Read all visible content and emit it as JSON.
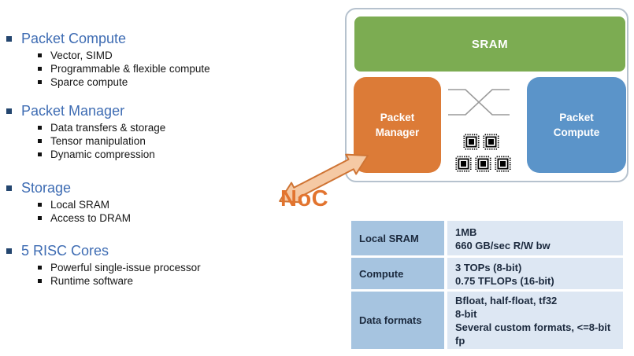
{
  "left_panel": {
    "title_color": "#3E6CB3",
    "sections": [
      {
        "title": "Packet Compute",
        "items": [
          "Vector, SIMD",
          "Programmable & flexible compute",
          "Sparce compute"
        ]
      },
      {
        "title": "Packet Manager",
        "items": [
          "Data transfers & storage",
          "Tensor manipulation",
          "Dynamic compression"
        ]
      },
      {
        "title": "Storage",
        "items": [
          "Local SRAM",
          "Access to DRAM"
        ]
      },
      {
        "title": "5 RISC Cores",
        "items": [
          "Powerful single-issue processor",
          "Runtime software"
        ]
      }
    ]
  },
  "diagram": {
    "blocks": {
      "sram": {
        "label": "SRAM",
        "color": "#7CAC52"
      },
      "packet_manager": {
        "label": "Packet Manager",
        "color": "#DC7B37"
      },
      "packet_compute": {
        "label": "Packet Compute",
        "color": "#5B94C9"
      }
    },
    "crossbar_icon": "crossbar-switch",
    "chip_count": 5,
    "noc": {
      "label": "NoC",
      "color": "#E2742F"
    }
  },
  "spec_table": {
    "label_bg": "#A6C4E0",
    "value_bg": "#DDE7F3",
    "rows": [
      {
        "label": "Local SRAM",
        "lines": [
          "1MB",
          "660 GB/sec R/W bw"
        ]
      },
      {
        "label": "Compute",
        "lines": [
          "3 TOPs (8-bit)",
          "0.75 TFLOPs (16-bit)"
        ]
      },
      {
        "label": "Data formats",
        "lines": [
          "Bfloat, half-float, tf32",
          "8-bit",
          "Several custom formats, <=8-bit fp"
        ]
      }
    ]
  }
}
